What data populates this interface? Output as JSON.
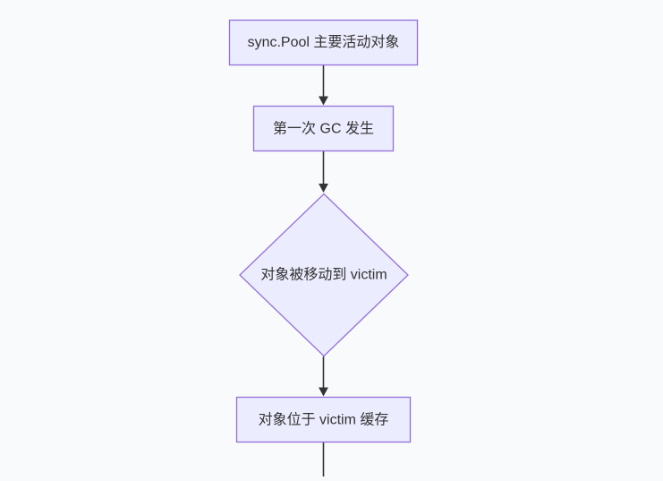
{
  "diagram": {
    "type": "flowchart",
    "direction": "top-down",
    "colors": {
      "canvas_background": "#F9FAFB",
      "node_fill": "#ECECFF",
      "node_border": "#9370DB",
      "edge_color": "#333333",
      "text_color": "#333333"
    },
    "nodes": [
      {
        "id": "pool-active",
        "shape": "rectangle",
        "label": "sync.Pool 主要活动对象"
      },
      {
        "id": "first-gc",
        "shape": "rectangle",
        "label": "第一次 GC 发生"
      },
      {
        "id": "moved-victim",
        "shape": "diamond",
        "label": "对象被移动到 victim"
      },
      {
        "id": "victim-cache",
        "shape": "rectangle",
        "label": "对象位于 victim 缓存"
      }
    ],
    "edges": [
      {
        "from": "pool-active",
        "to": "first-gc",
        "arrowhead": true,
        "label": ""
      },
      {
        "from": "first-gc",
        "to": "moved-victim",
        "arrowhead": true,
        "label": ""
      },
      {
        "from": "moved-victim",
        "to": "victim-cache",
        "arrowhead": true,
        "label": ""
      },
      {
        "from": "victim-cache",
        "to": "offscreen-bottom",
        "arrowhead": false,
        "label": ""
      }
    ]
  }
}
